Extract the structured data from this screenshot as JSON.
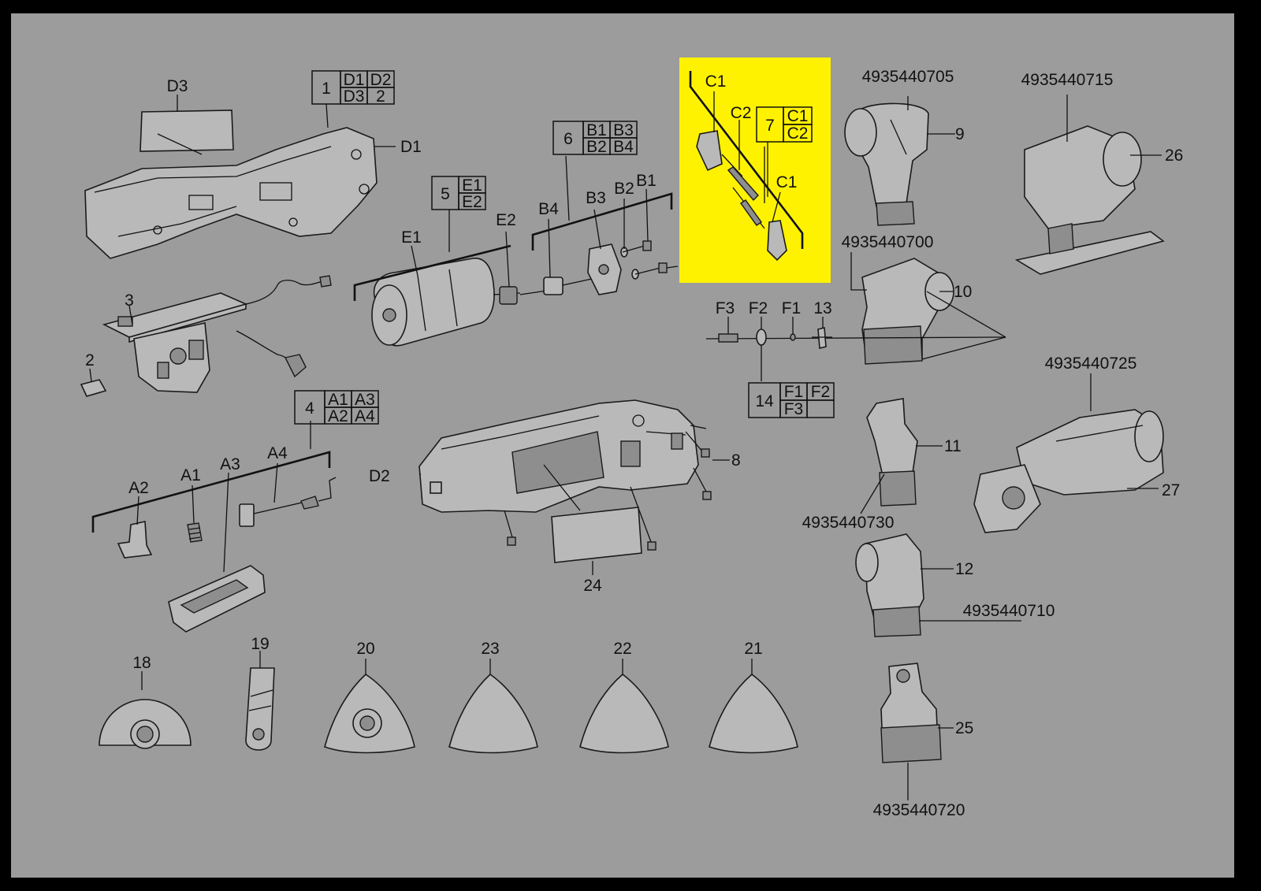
{
  "diagram": {
    "highlight_color": "#fff200",
    "background_color": "#9c9c9c",
    "callouts": {
      "d3": "D3",
      "d1": "D1",
      "d2": "D2",
      "e1": "E1",
      "e2": "E2",
      "b1": "B1",
      "b2": "B2",
      "b3": "B3",
      "b4": "B4",
      "c1_top": "C1",
      "c2": "C2",
      "c1_mid": "C1",
      "a1": "A1",
      "a2": "A2",
      "a3": "A3",
      "a4": "A4",
      "f1": "F1",
      "f2": "F2",
      "f3": "F3",
      "n2": "2",
      "n3": "3",
      "n8": "8",
      "n9": "9",
      "n10": "10",
      "n11": "11",
      "n12": "12",
      "n13": "13",
      "n18": "18",
      "n19": "19",
      "n20": "20",
      "n21": "21",
      "n22": "22",
      "n23": "23",
      "n24": "24",
      "n25": "25",
      "n26": "26",
      "n27": "27",
      "p705": "4935440705",
      "p715": "4935440715",
      "p700": "4935440700",
      "p725": "4935440725",
      "p730": "4935440730",
      "p710": "4935440710",
      "p720": "4935440720"
    },
    "kits": {
      "k1": {
        "num": "1",
        "cells": [
          "D1",
          "D2",
          "D3",
          "2"
        ]
      },
      "k4": {
        "num": "4",
        "cells": [
          "A1",
          "A3",
          "A2",
          "A4"
        ]
      },
      "k5": {
        "num": "5",
        "cells": [
          "E1",
          "E2"
        ]
      },
      "k6": {
        "num": "6",
        "cells": [
          "B1",
          "B3",
          "B2",
          "B4"
        ]
      },
      "k7": {
        "num": "7",
        "cells": [
          "C1",
          "C2"
        ]
      },
      "k14": {
        "num": "14",
        "cells": [
          "F1",
          "F2",
          "F3",
          ""
        ]
      }
    }
  }
}
